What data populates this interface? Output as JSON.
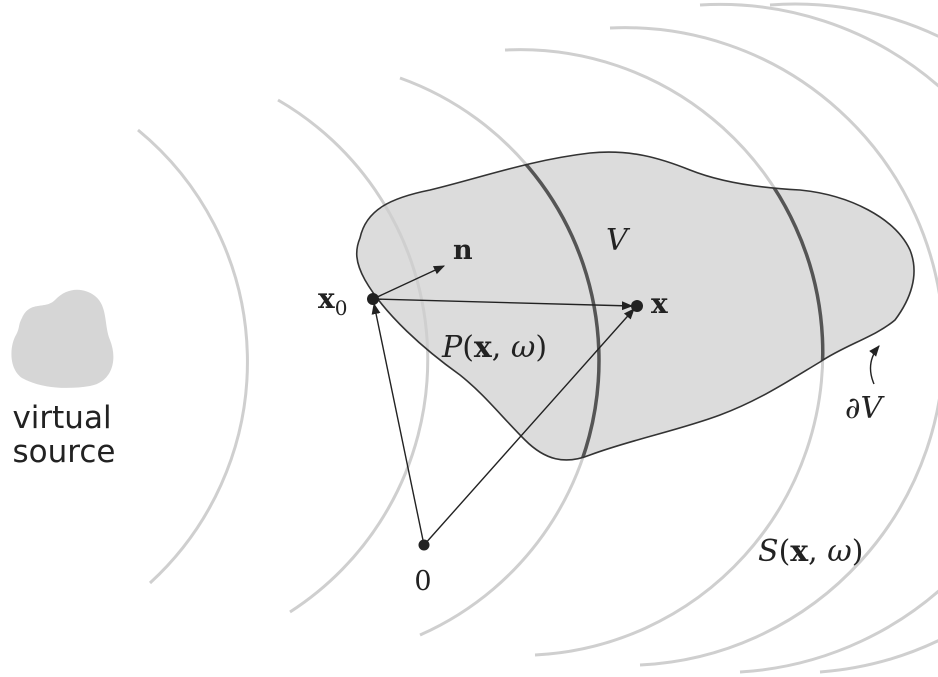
{
  "labels": {
    "virtual_source_line1": "virtual",
    "virtual_source_line2": "source",
    "origin": "0",
    "x0_base": "x",
    "x0_sub": "0",
    "normal": "n",
    "x_point": "x",
    "volume": "V",
    "boundary_prefix": "∂",
    "boundary_var": "V",
    "interior_field": {
      "fn": "P",
      "open": "(",
      "var": "x",
      "comma": ", ",
      "omega": "ω",
      "close": ")"
    },
    "exterior_field": {
      "fn": "S",
      "open": "(",
      "var": "x",
      "comma": ", ",
      "omega": "ω",
      "close": ")"
    }
  },
  "colors": {
    "background": "#ffffff",
    "volume_fill": "#dcdcdc",
    "virtual_source_fill": "#d6d6d6",
    "wavefront_light": "#cfcfcf",
    "wavefront_dark": "#555555",
    "ink": "#222222"
  }
}
